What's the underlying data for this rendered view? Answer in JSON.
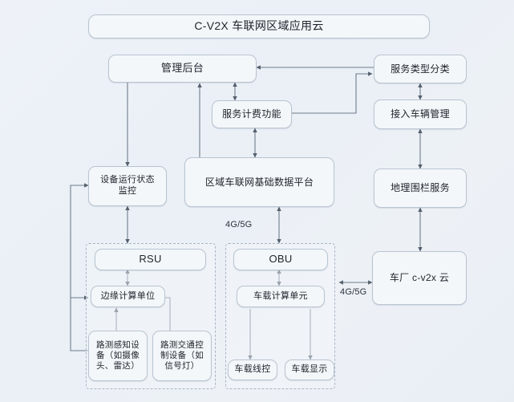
{
  "diagram": {
    "title": "C-V2X 车联网区域应用云",
    "background_color": "#eef2f8",
    "node_fill": "#f4f7fa",
    "node_border": "#b9c4d0",
    "wire_color": "#6f7b8a",
    "groups": [
      {
        "id": "rsu-group",
        "label": ""
      },
      {
        "id": "obu-group",
        "label": ""
      }
    ],
    "nodes": {
      "cloud_banner": "C-V2X 车联网区域应用云",
      "management_backend": "管理后台",
      "service_type_classification": "服务类型分类",
      "service_billing": "服务计费功能",
      "access_vehicle_management": "接入车辆管理",
      "device_status_monitoring": "设备运行状态\n监控",
      "device_status_monitoring_line1": "设备运行状态",
      "device_status_monitoring_line2": "监控",
      "regional_data_platform": "区域车联网基础数据平台",
      "geofence_service": "地理围栏服务",
      "rsu": "RSU",
      "obu": "OBU",
      "edge_compute_unit": "边缘计算单位",
      "vehicle_compute_unit": "车载计算单元",
      "roadside_sensing": "路测感知设备（如摄像头、雷达）",
      "roadside_traffic_control": "路测交通控制设备（如信号灯）",
      "vehicle_drive_by_wire": "车载线控",
      "vehicle_display": "车载显示",
      "oem_cloud": "车厂 c-v2x 云"
    },
    "edge_labels": {
      "link_platform_obu": "4G/5G",
      "link_obu_oem_cloud": "4G/5G"
    }
  }
}
